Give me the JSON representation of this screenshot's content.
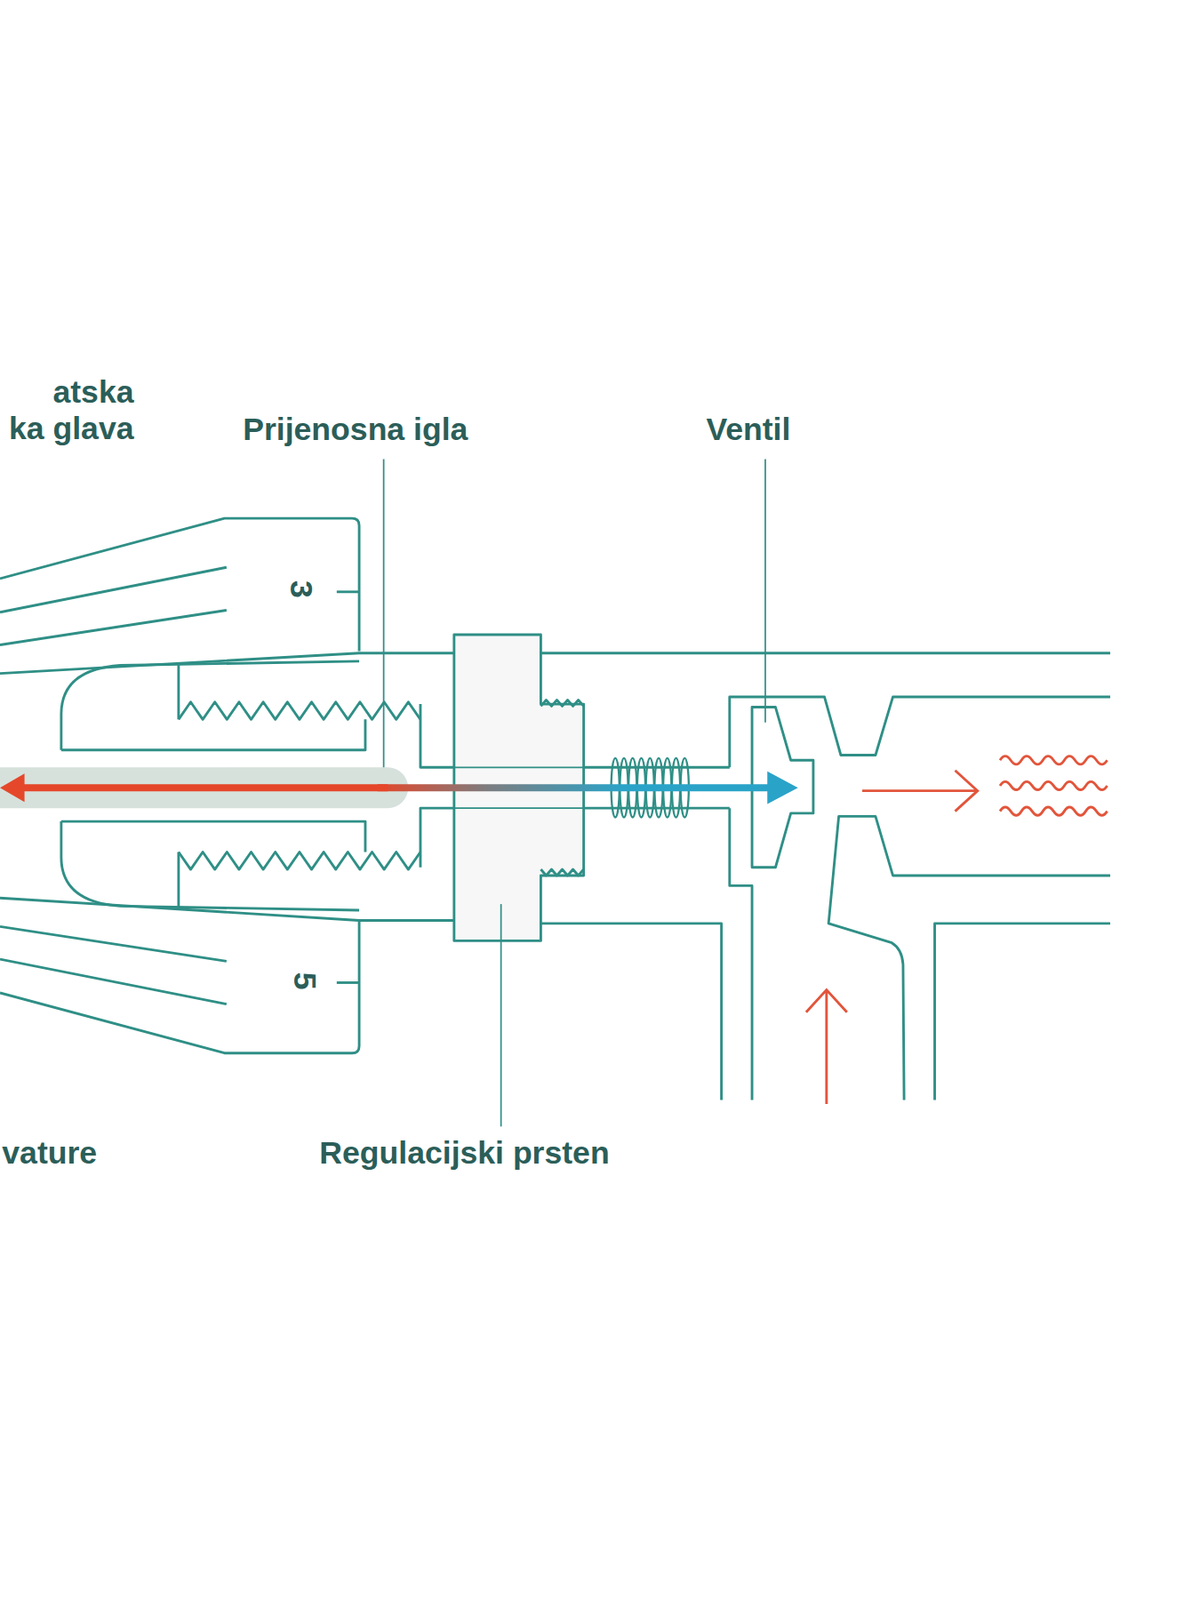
{
  "diagram": {
    "labels": [
      "atska ka glava",
      "Prijenosna igla",
      "Ventil",
      "3",
      "5",
      "vature",
      "Regulacijski prsten"
    ]
  }
}
